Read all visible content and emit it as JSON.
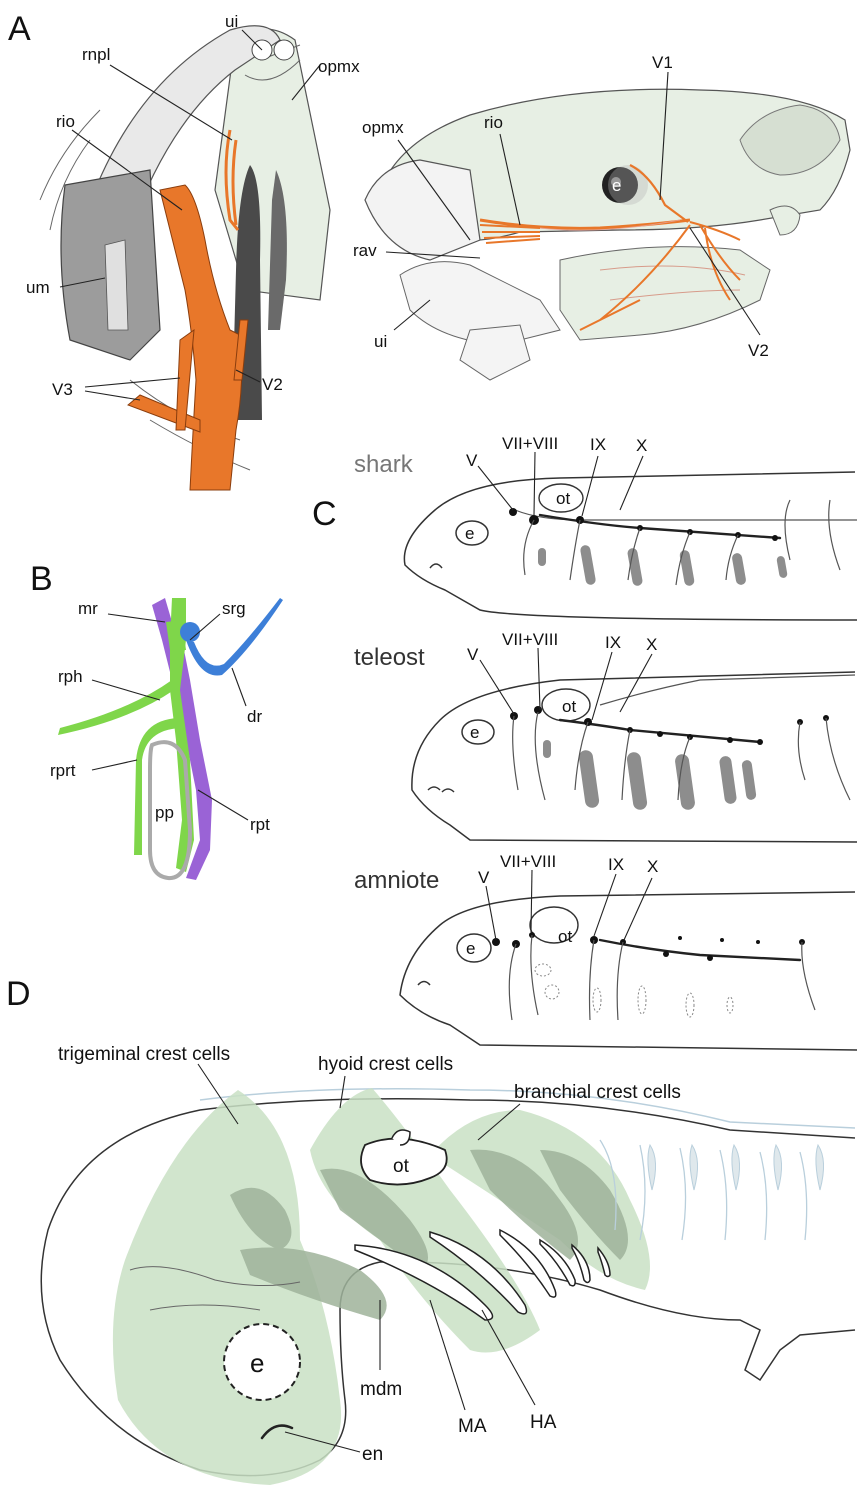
{
  "panels": {
    "A": {
      "letter": "A",
      "left_labels": {
        "ui": "ui",
        "rnpl": "rnpl",
        "opmx": "opmx",
        "rio": "rio",
        "um": "um",
        "v3": "V3",
        "v2": "V2"
      },
      "right_labels": {
        "v1": "V1",
        "opmx": "opmx",
        "rio": "rio",
        "e": "e",
        "rav": "rav",
        "ui": "ui",
        "v2": "V2"
      },
      "colors": {
        "nerve": "#e8772a",
        "bone": "#e7efe4",
        "dark_bone": "#9c9c9c"
      }
    },
    "B": {
      "letter": "B",
      "labels": {
        "mr": "mr",
        "srg": "srg",
        "rph": "rph",
        "dr": "dr",
        "rprt": "rprt",
        "pp": "pp",
        "rpt": "rpt"
      },
      "colors": {
        "green": "#7fd64a",
        "blue": "#3d7fd8",
        "purple": "#9a63d6",
        "grey": "#aaaaaa"
      }
    },
    "C": {
      "letter": "C",
      "taxa": [
        {
          "name": "shark",
          "labels": {
            "v": "V",
            "v7v8": "VII+VIII",
            "ix": "IX",
            "x": "X",
            "ot": "ot",
            "e": "e"
          }
        },
        {
          "name": "teleost",
          "labels": {
            "v": "V",
            "v7v8": "VII+VIII",
            "ix": "IX",
            "x": "X",
            "ot": "ot",
            "e": "e"
          }
        },
        {
          "name": "amniote",
          "labels": {
            "v": "V",
            "v7v8": "VII+VIII",
            "ix": "IX",
            "x": "X",
            "ot": "ot",
            "e": "e"
          }
        }
      ]
    },
    "D": {
      "letter": "D",
      "labels": {
        "trigeminal": "trigeminal crest cells",
        "hyoid": "hyoid crest cells",
        "branchial": "branchial crest cells",
        "ot": "ot",
        "e": "e",
        "mdm": "mdm",
        "ma": "MA",
        "ha": "HA",
        "en": "en"
      },
      "colors": {
        "crest": "#c9e0c4",
        "outline": "#b9cfdc"
      }
    }
  }
}
